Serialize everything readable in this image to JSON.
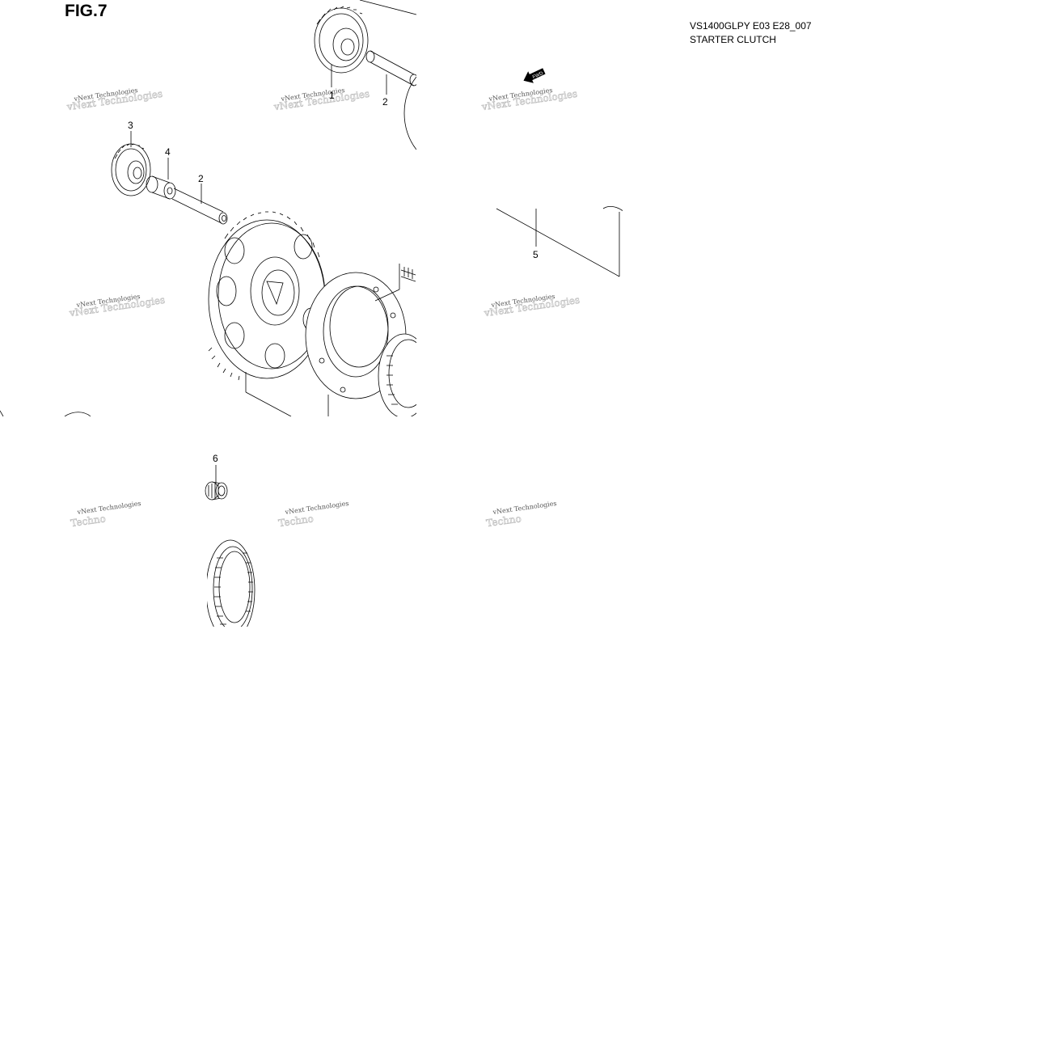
{
  "header": {
    "fig_label": "FIG.7",
    "model_code": "VS1400GLPY E03 E28_007",
    "assembly_title": "STARTER CLUTCH"
  },
  "callouts": [
    "1",
    "2",
    "3",
    "4",
    "2",
    "5",
    "6"
  ],
  "fwd_label": "FWD",
  "watermark": {
    "line1": "vNext Technologies",
    "line2": "Techno"
  },
  "colors": {
    "ink": "#000000",
    "watermark": "#555555"
  }
}
